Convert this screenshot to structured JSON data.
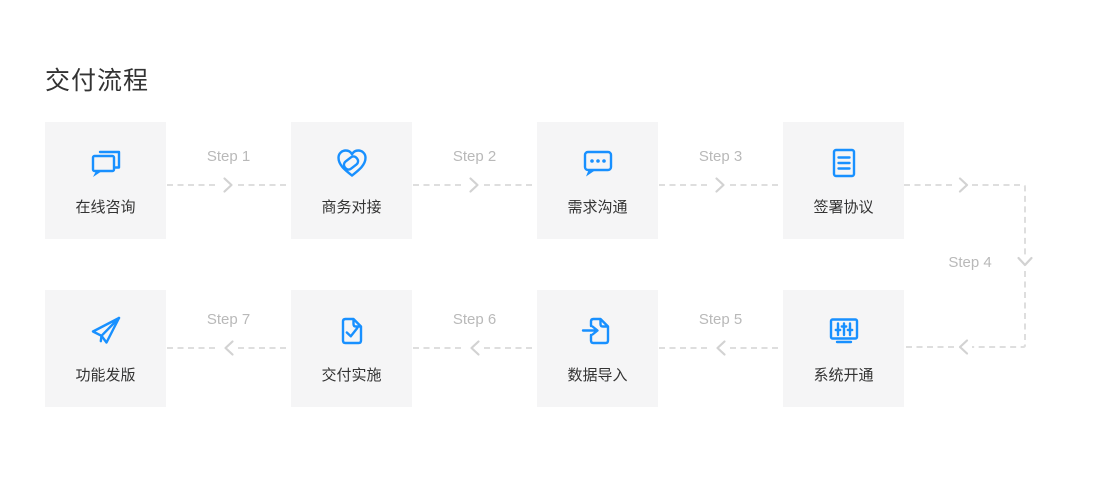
{
  "page": {
    "title": "交付流程"
  },
  "colors": {
    "page_bg": "#ffffff",
    "box_bg": "#f5f5f6",
    "accent_blue": "#1890ff",
    "connector_gray": "#dedede",
    "chevron_gray": "#d2d2d2",
    "step_gray": "#b9b9b9",
    "text_dark": "#333333"
  },
  "steps": [
    {
      "label": "在线咨询",
      "icon": "chat-bubbles-icon"
    },
    {
      "label": "商务对接",
      "icon": "heart-handshake-icon"
    },
    {
      "label": "需求沟通",
      "icon": "message-dots-icon"
    },
    {
      "label": "签署协议",
      "icon": "document-lines-icon"
    },
    {
      "label": "系统开通",
      "icon": "monitor-sliders-icon"
    },
    {
      "label": "数据导入",
      "icon": "file-import-icon"
    },
    {
      "label": "交付实施",
      "icon": "file-check-icon"
    },
    {
      "label": "功能发版",
      "icon": "paper-plane-icon"
    }
  ],
  "connectors": [
    {
      "label": "Step 1",
      "direction": "right"
    },
    {
      "label": "Step 2",
      "direction": "right"
    },
    {
      "label": "Step 3",
      "direction": "right"
    },
    {
      "label": "Step 4",
      "direction": "down"
    },
    {
      "label": "Step 5",
      "direction": "left"
    },
    {
      "label": "Step 6",
      "direction": "left"
    },
    {
      "label": "Step 7",
      "direction": "left"
    }
  ]
}
